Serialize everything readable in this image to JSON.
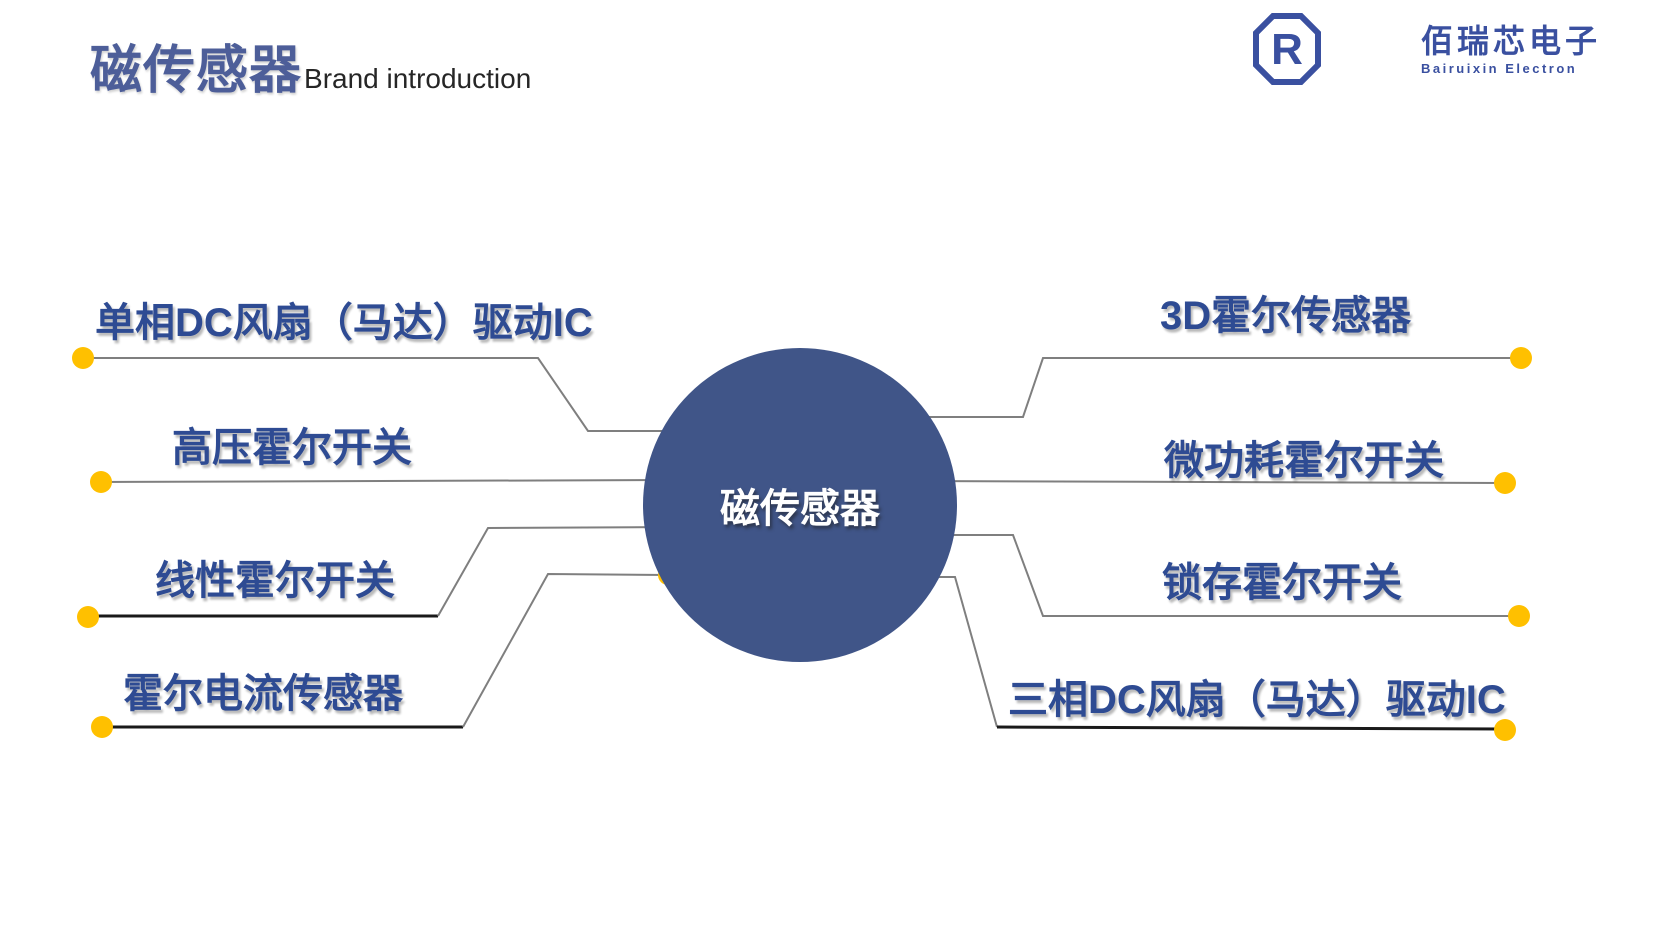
{
  "header": {
    "title": "磁传感器",
    "subtitle": "Brand introduction"
  },
  "logo": {
    "monogram": "R",
    "name_zh": "佰瑞芯电子",
    "name_en": "Bairuixin Electron"
  },
  "diagram": {
    "center_label": "磁传感器",
    "left_items": [
      {
        "label": "单相DC风扇（马达）驱动IC"
      },
      {
        "label": "高压霍尔开关"
      },
      {
        "label": "线性霍尔开关"
      },
      {
        "label": "霍尔电流传感器"
      }
    ],
    "right_items": [
      {
        "label": "3D霍尔传感器"
      },
      {
        "label": "微功耗霍尔开关"
      },
      {
        "label": "锁存霍尔开关"
      },
      {
        "label": "三相DC风扇（马达）驱动IC"
      }
    ]
  },
  "colors": {
    "label_blue": "#2E4B93",
    "circle_blue": "#405588",
    "title_blue": "#4D5E99",
    "logo_blue": "#3A50A0",
    "dot_gold": "#FFC000",
    "line_gray": "#7F7F7F",
    "line_black": "#1A1A1A",
    "subtitle_dark": "#262626"
  }
}
